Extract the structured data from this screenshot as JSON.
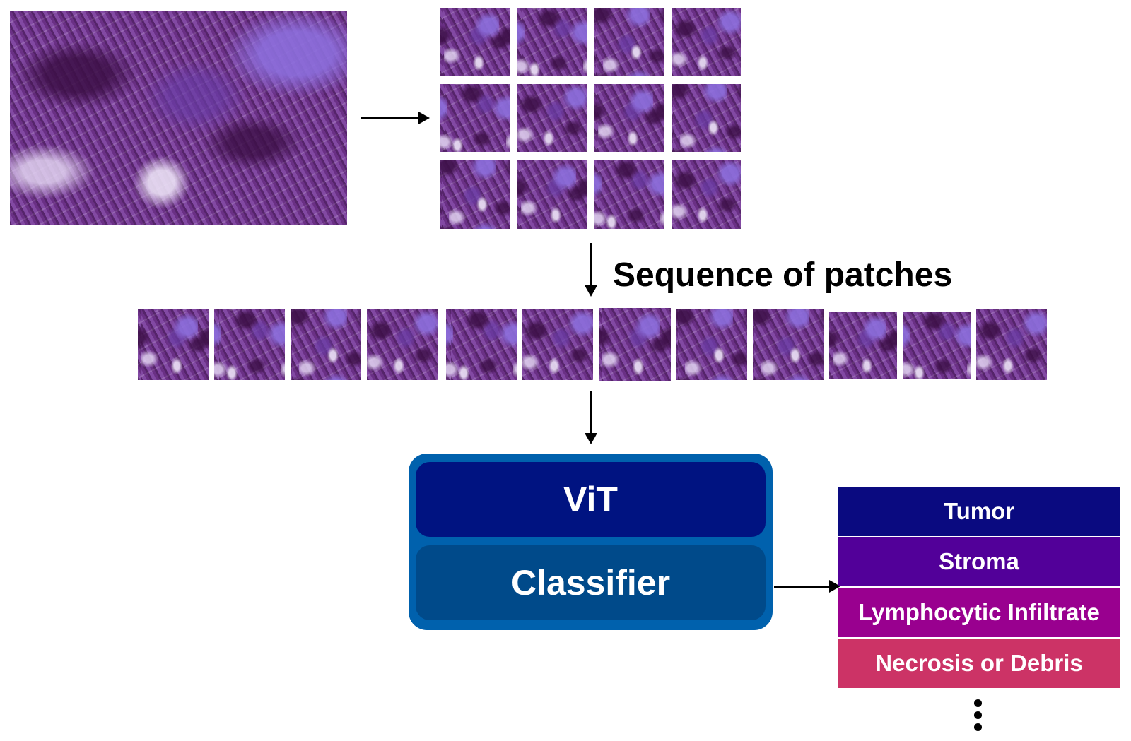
{
  "labels": {
    "sequence": "Sequence of patches"
  },
  "model": {
    "backbone": "ViT",
    "head": "Classifier"
  },
  "classes": [
    {
      "label": "Tumor",
      "color": "#0a0a80"
    },
    {
      "label": "Stroma",
      "color": "#520099"
    },
    {
      "label": "Lymphocytic Infiltrate",
      "color": "#99008f"
    },
    {
      "label": "Necrosis or Debris",
      "color": "#cc3366"
    }
  ],
  "colors": {
    "tissue": "#7a3d9c",
    "model_frame": "#0061ad",
    "vit_block": "#001381",
    "classifier_block": "#004a8a"
  },
  "patch_grid": {
    "rows": 3,
    "cols": 4
  },
  "sequence_length": 12
}
